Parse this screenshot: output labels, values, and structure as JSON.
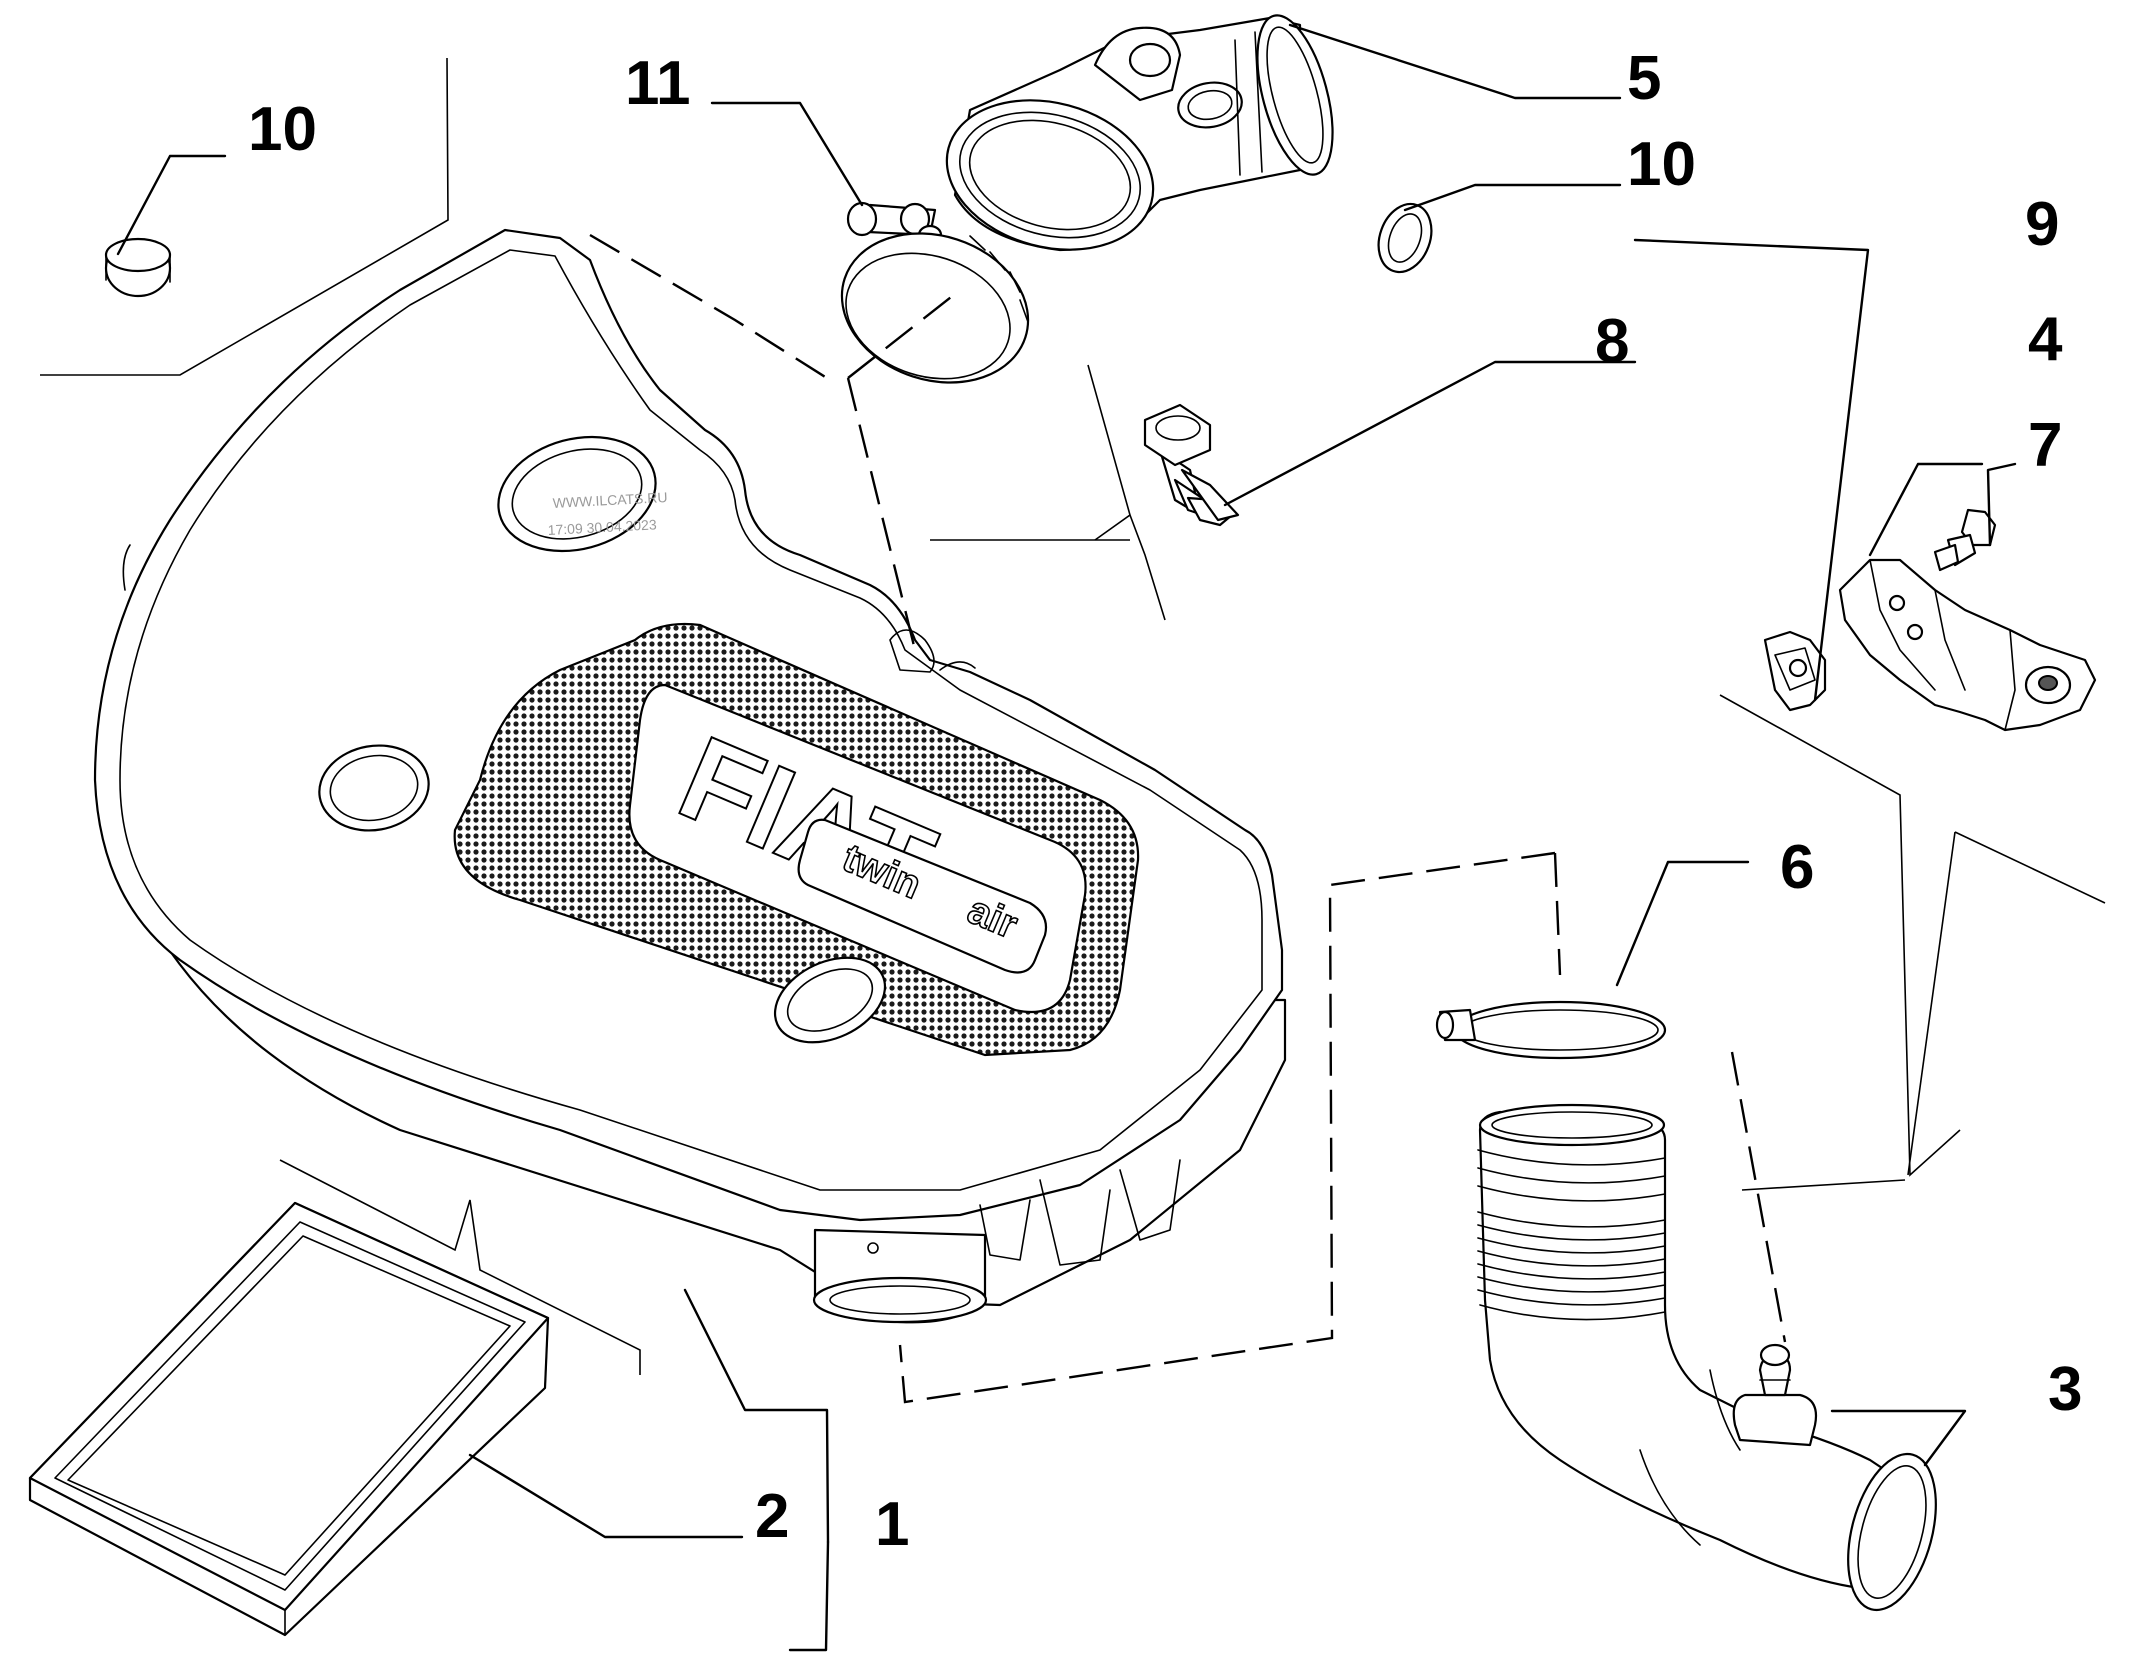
{
  "callouts": {
    "c1": "1",
    "c2": "2",
    "c3": "3",
    "c4": "4",
    "c5": "5",
    "c6": "6",
    "c7": "7",
    "c8": "8",
    "c9": "9",
    "c10a": "10",
    "c10b": "10",
    "c11": "11"
  },
  "logo": {
    "brand": "FIAT",
    "badge_prefix": "twin",
    "badge_suffix": "air"
  },
  "watermark": {
    "line1": "WWW.ILCATS.RU",
    "line2": "17:09 30.04.2023"
  }
}
